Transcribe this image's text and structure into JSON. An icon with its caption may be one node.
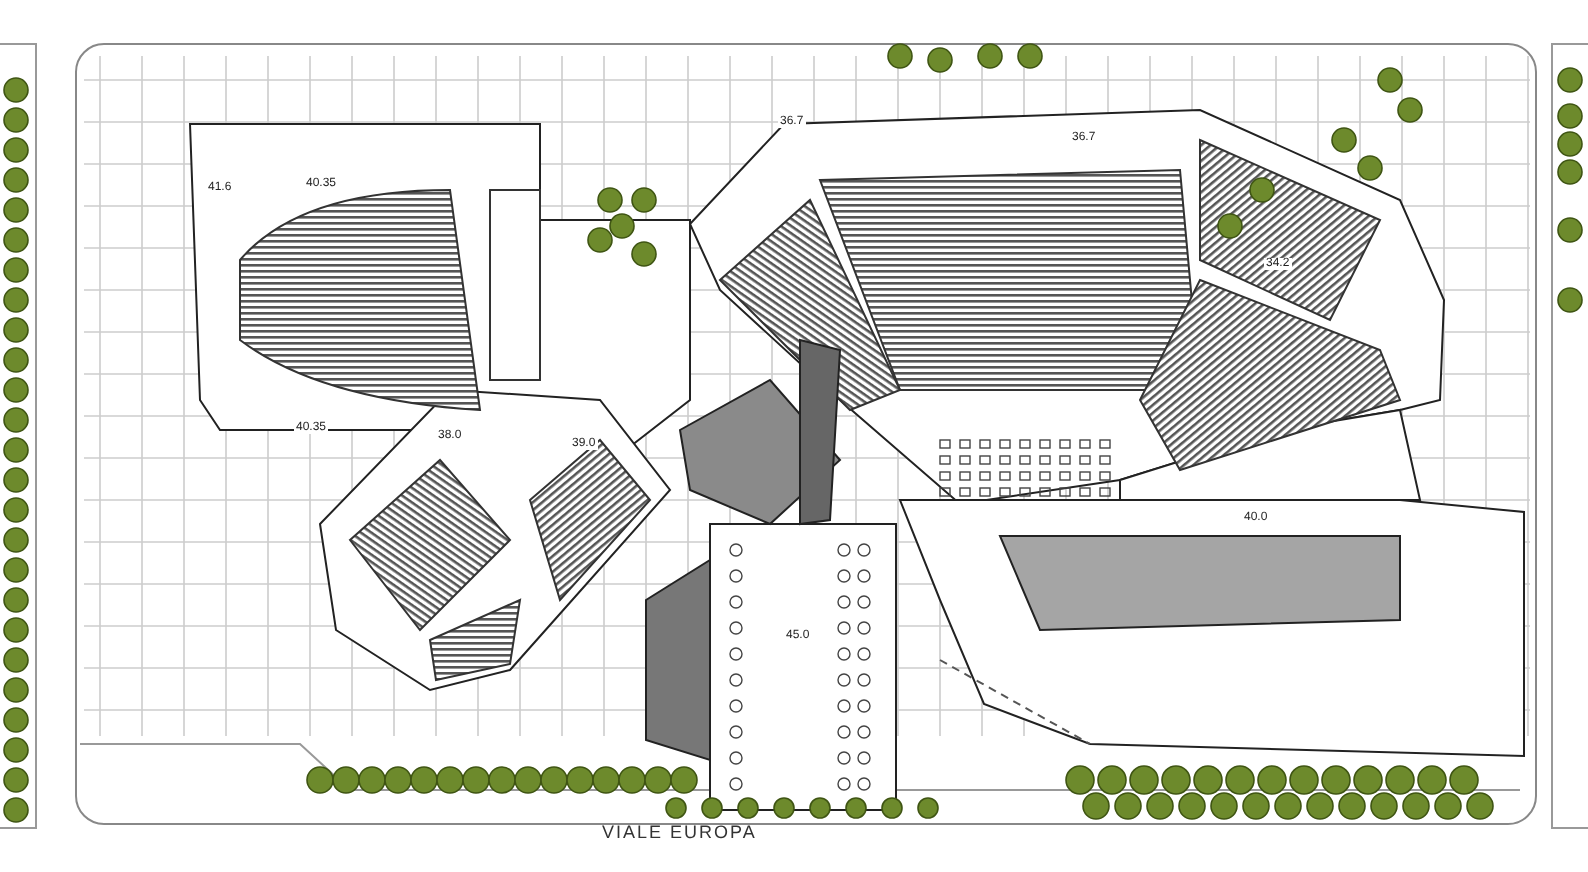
{
  "diagram": {
    "labels": [
      "41.6",
      "40.35",
      "40.35",
      "38.0",
      "39.0",
      "36.7",
      "36.7",
      "34.2",
      "45.0",
      "40.0",
      "VIALE EUROPA"
    ]
  }
}
